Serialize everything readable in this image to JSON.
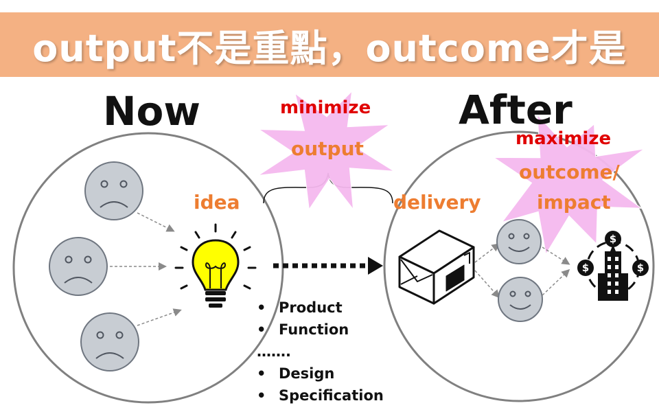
{
  "title": "output不是重點，outcome才是",
  "now_label": "Now",
  "after_label": "After",
  "idea_label": "idea",
  "delivery_label": "delivery",
  "minimize_label": "minimize",
  "output_label": "output",
  "maximize_label": "maximize",
  "outcome_label": "outcome/",
  "impact_label": "impact",
  "output_items": [
    {
      "bullet": "•",
      "text": "Product"
    },
    {
      "bullet": "•",
      "text": "Function"
    },
    {
      "bullet": "",
      "text": "……."
    },
    {
      "bullet": "•",
      "text": "Design"
    },
    {
      "bullet": "•",
      "text": "Specification"
    }
  ],
  "colors": {
    "banner": "#F4B183",
    "accent_orange": "#ED7D31",
    "accent_red": "#E00000",
    "starburst": "#F4B8EE",
    "face": "#C8CDD3",
    "bulb": "#FFFF00"
  },
  "icons": {
    "sad_face": "sad-face-icon",
    "happy_face": "happy-face-icon",
    "bulb": "light-bulb-icon",
    "box": "package-box-icon",
    "money_city": "money-building-icon"
  }
}
